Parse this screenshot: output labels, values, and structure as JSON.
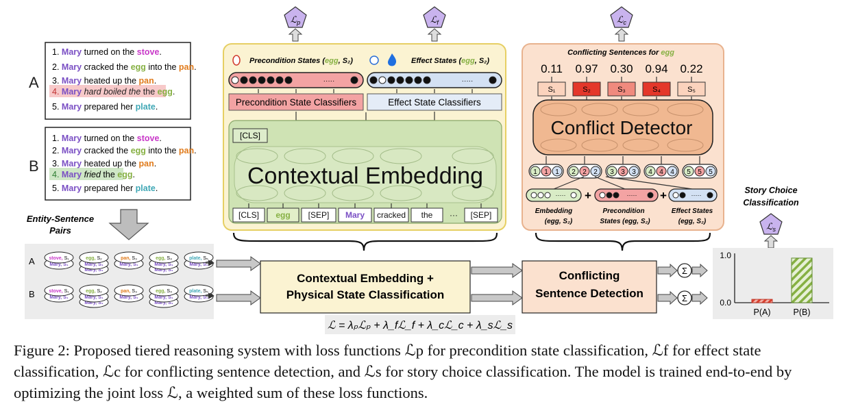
{
  "colors": {
    "purple": "#7a4fc4",
    "green_text": "#86b043",
    "orange_text": "#e07b1c",
    "magenta_text": "#c837c8",
    "teal_text": "#3fa7b5",
    "yellow_panel": "#fbf3d2",
    "green_panel": "#cfe3b4",
    "peach_panel": "#fbe1cf",
    "red_state": "#f3a3a3",
    "blue_state": "#d3e1f3",
    "salmon_conf": "#f08a7e",
    "red_conf": "#e4372a"
  },
  "story_a": {
    "label": "A",
    "lines": [
      {
        "num": "1.",
        "subj": "Mary",
        "mid": "turned on the",
        "obj": "stove",
        "end": "."
      },
      {
        "num": "2.",
        "subj": "Mary",
        "mid": "cracked the",
        "obj": "egg",
        "mid2": "into the",
        "obj2": "pan",
        "end": "."
      },
      {
        "num": "3.",
        "subj": "Mary",
        "mid": "heated up the",
        "obj": "pan",
        "end": "."
      },
      {
        "num": "4.",
        "subj": "Mary",
        "mid": "hard boiled the",
        "obj": "egg",
        "end": "."
      },
      {
        "num": "5.",
        "subj": "Mary",
        "mid": "prepared her",
        "obj": "plate",
        "end": "."
      }
    ]
  },
  "story_b": {
    "label": "B",
    "lines": [
      {
        "num": "1.",
        "subj": "Mary",
        "mid": "turned on the",
        "obj": "stove",
        "end": "."
      },
      {
        "num": "2.",
        "subj": "Mary",
        "mid": "cracked the",
        "obj": "egg",
        "mid2": "into the",
        "obj2": "pan",
        "end": "."
      },
      {
        "num": "3.",
        "subj": "Mary",
        "mid": "heated up the",
        "obj": "pan",
        "end": "."
      },
      {
        "num": "4.",
        "subj": "Mary",
        "mid": "fried",
        "mid_b": "the",
        "obj": "egg",
        "end": "."
      },
      {
        "num": "5.",
        "subj": "Mary",
        "mid": "prepared her",
        "obj": "plate",
        "end": "."
      }
    ]
  },
  "entity_sentence": {
    "title_line1": "Entity-Sentence",
    "title_line2": "Pairs",
    "row_a": "A",
    "row_b": "B",
    "pairs_a": [
      {
        "ent": "stove,",
        "sent": "S₁",
        "color": "#c837c8"
      },
      {
        "ent": "egg,",
        "sent": "S₂",
        "color": "#86b043"
      },
      {
        "ent": "pan,",
        "sent": "S₃",
        "color": "#e07b1c"
      },
      {
        "ent": "egg,",
        "sent": "S₄",
        "color": "#86b043"
      },
      {
        "ent": "plate,",
        "sent": "S₅",
        "color": "#3fa7b5"
      }
    ],
    "pairs_b": [
      {
        "ent": "stove,",
        "sent": "S₁",
        "color": "#c837c8"
      },
      {
        "ent": "egg,",
        "sent": "S₂",
        "color": "#86b043"
      },
      {
        "ent": "pan,",
        "sent": "S₃",
        "color": "#e07b1c"
      },
      {
        "ent": "egg,",
        "sent": "S₄",
        "color": "#86b043"
      },
      {
        "ent": "plate,",
        "sent": "S₅",
        "color": "#3fa7b5"
      }
    ],
    "mary": "Mary,",
    "mary_sent": "S₁"
  },
  "losses": {
    "lp": "ℒ",
    "lp_sub": "p",
    "lf": "ℒ",
    "lf_sub": "f",
    "lc": "ℒ",
    "lc_sub": "c",
    "ls": "ℒ",
    "ls_sub": "s"
  },
  "embedding_panel": {
    "precondition_title": "Precondition States (",
    "precondition_title_ent": "egg",
    "precondition_title_end": ", S₂)",
    "effect_title": "Effect States (",
    "effect_title_ent": "egg",
    "effect_title_end": ", S₂)",
    "precondition_classifiers": "Precondition State Classifiers",
    "effect_classifiers": "Effect State Classifiers",
    "cls_top": "[CLS]",
    "contextual_embedding": "Contextual Embedding",
    "dots": "·····",
    "tokens": [
      "[CLS]",
      "egg",
      "[SEP]",
      "Mary",
      "cracked",
      "the",
      "···",
      "[SEP]"
    ]
  },
  "conflict_panel": {
    "title": "Conflicting Sentences for ",
    "title_ent": "egg",
    "scores": [
      "0.11",
      "0.97",
      "0.30",
      "0.94",
      "0.22"
    ],
    "sentences": [
      "S₁",
      "S₂",
      "S₃",
      "S₄",
      "S₅"
    ],
    "detector": "Conflict Detector",
    "triplets": [
      [
        "1",
        "1",
        "1"
      ],
      [
        "2",
        "2",
        "2"
      ],
      [
        "3",
        "3",
        "3"
      ],
      [
        "4",
        "4",
        "4"
      ],
      [
        "5",
        "5",
        "5"
      ]
    ],
    "embedding_label": "Embedding",
    "embedding_sub": "(egg, S₂)",
    "precondition_label": "Precondition",
    "precondition_sub": "States (egg, S₂)",
    "effect_label": "Effect States",
    "effect_sub": "(egg, S₂)",
    "plus": "+"
  },
  "pipeline": {
    "box1_line1": "Contextual Embedding +",
    "box1_line2": "Physical State Classification",
    "box2_line1": "Conflicting",
    "box2_line2": "Sentence Detection",
    "sigma": "Σ",
    "joint_loss": "ℒ = λₚℒₚ + λ_fℒ_f + λ_cℒ_c + λ_sℒ_s"
  },
  "story_choice": {
    "title_line1": "Story Choice",
    "title_line2": "Classification",
    "y_top": "1.0",
    "y_bottom": "0.0",
    "labels": [
      "P(A)",
      "P(B)"
    ]
  },
  "chart_data": {
    "type": "bar",
    "categories": [
      "P(A)",
      "P(B)"
    ],
    "values": [
      0.07,
      0.93
    ],
    "ylim": [
      0,
      1.0
    ],
    "title": "Story Choice Classification"
  },
  "caption": "Figure 2: Proposed tiered reasoning system with loss functions ℒp for precondition state classification, ℒf for effect state classification, ℒc for conflicting sentence detection, and ℒs for story choice classification. The model is trained end-to-end by optimizing the joint loss ℒ, a weighted sum of these loss functions."
}
